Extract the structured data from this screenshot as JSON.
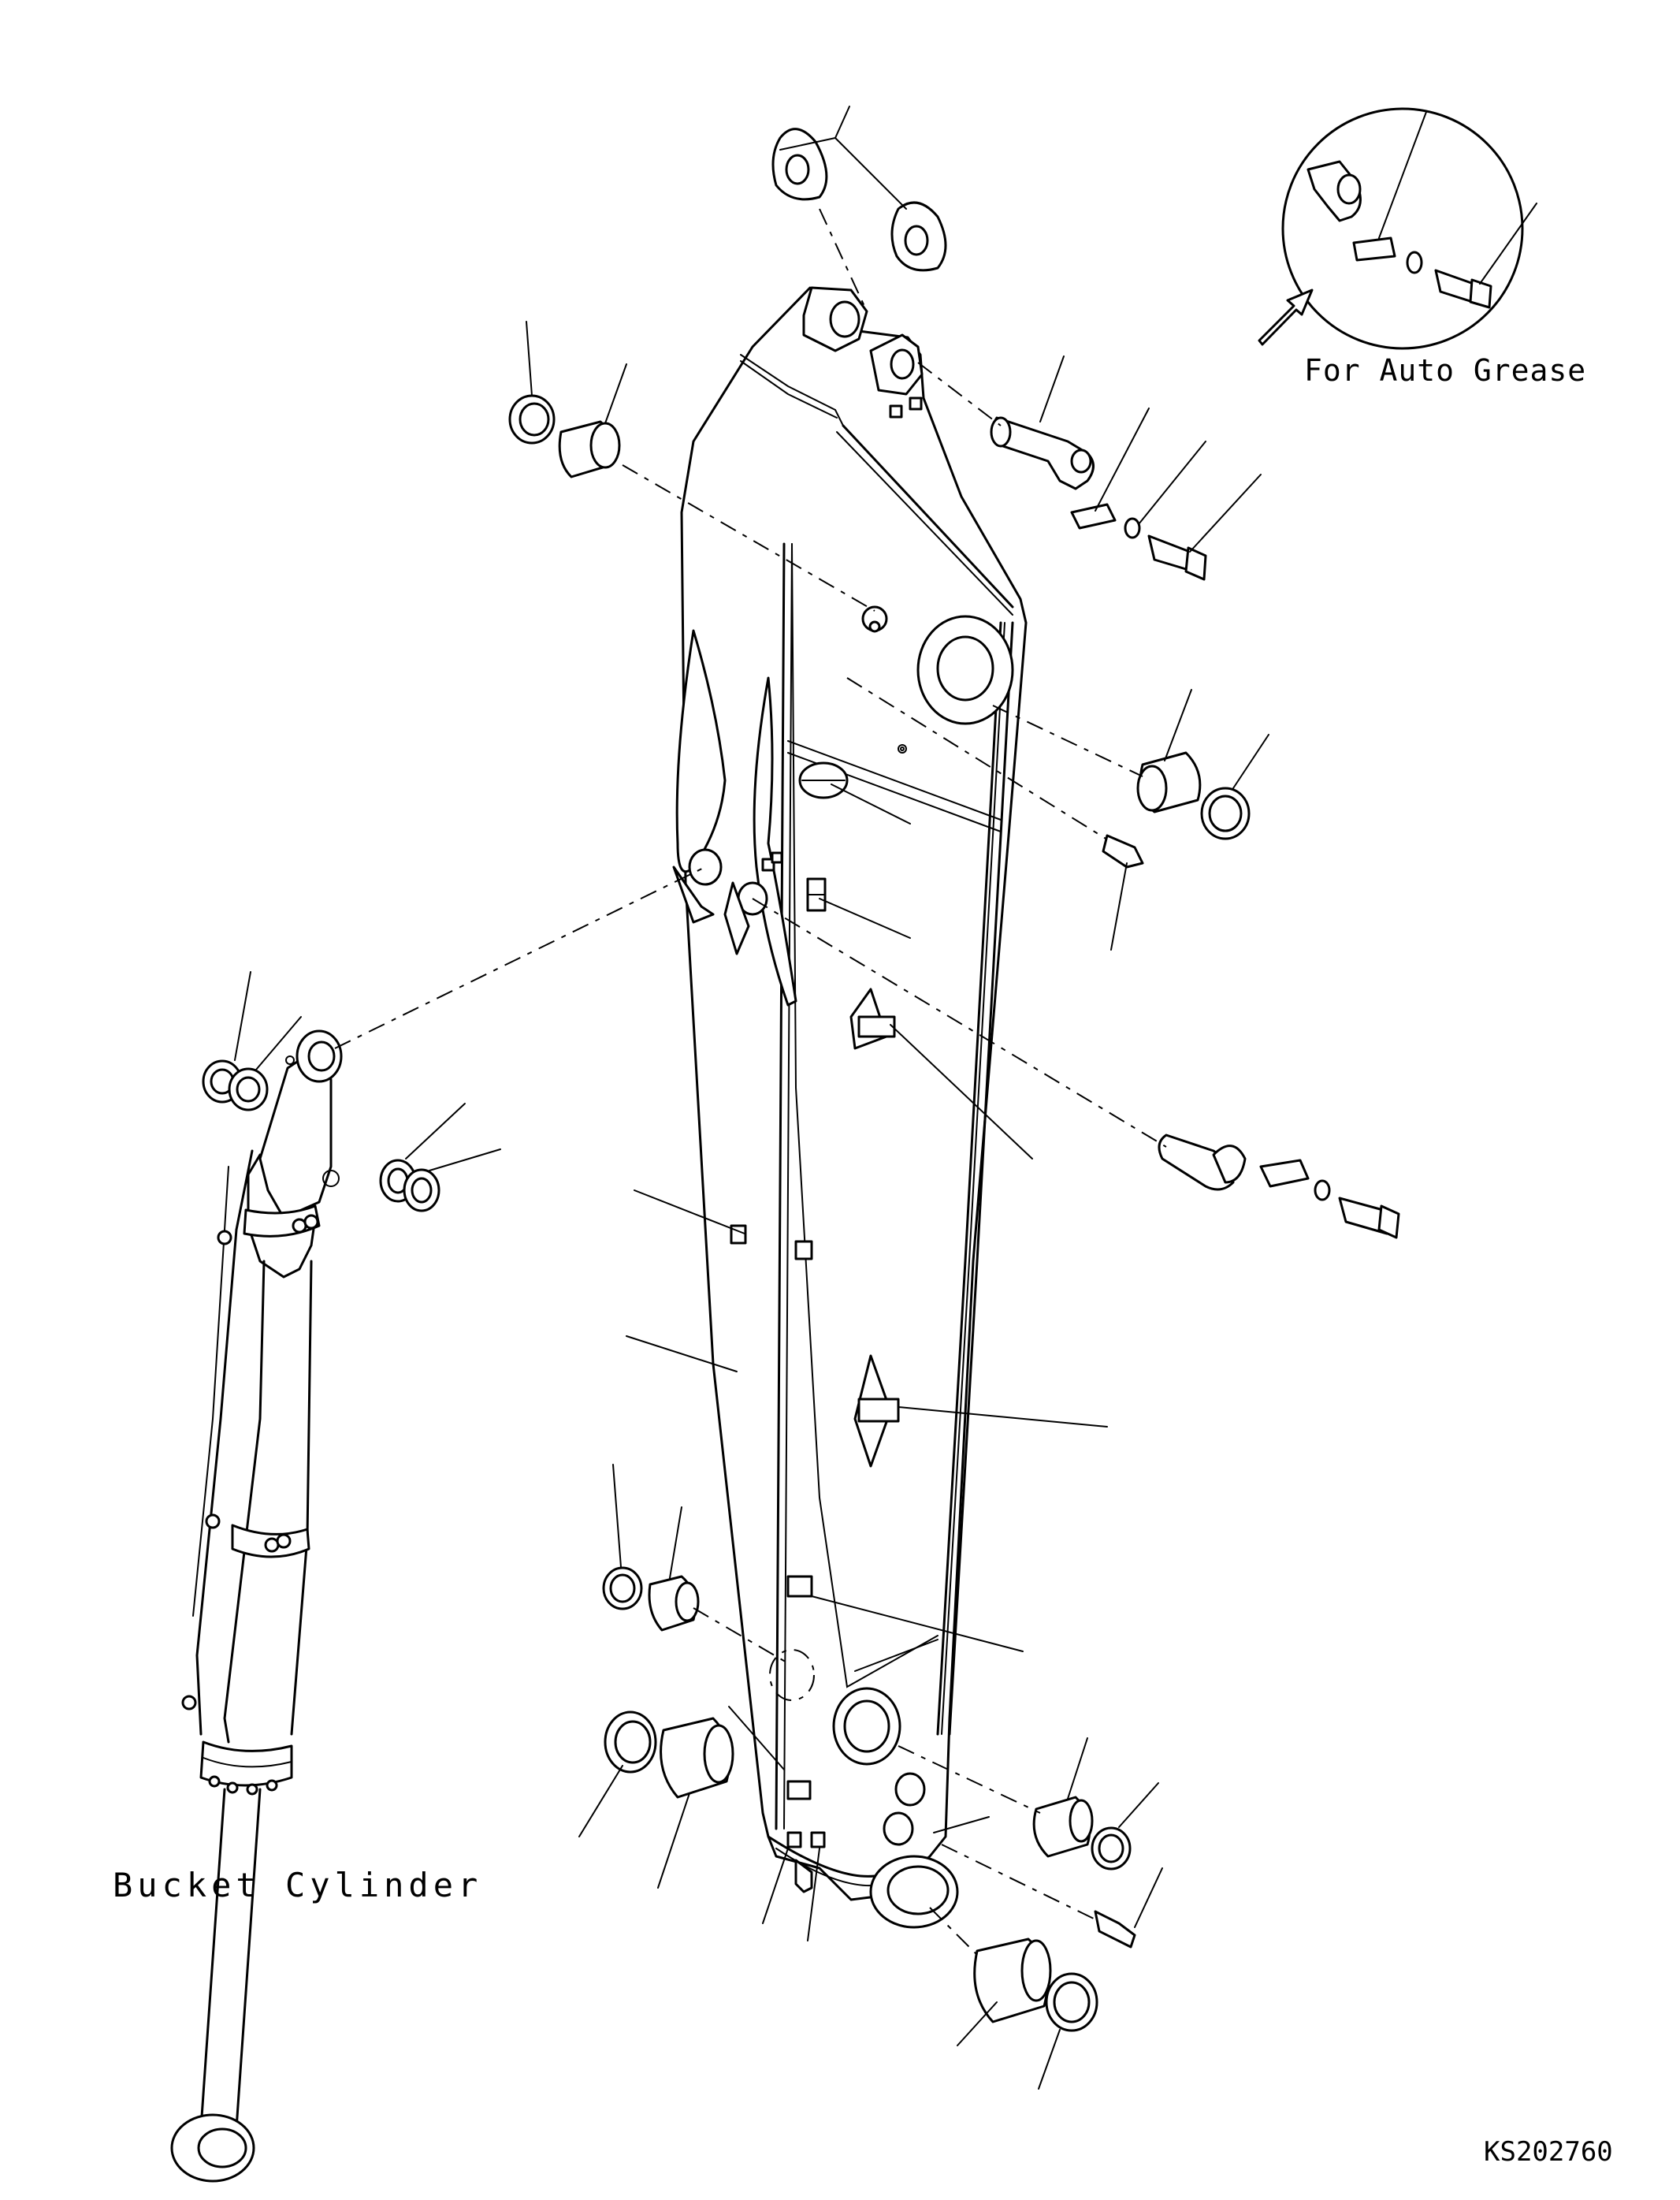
{
  "labels": {
    "auto_grease": "For Auto Grease",
    "bucket_cylinder": "Bucket Cylinder",
    "drawing_code": "KS202760"
  },
  "icons": [
    "arrow-icon"
  ]
}
